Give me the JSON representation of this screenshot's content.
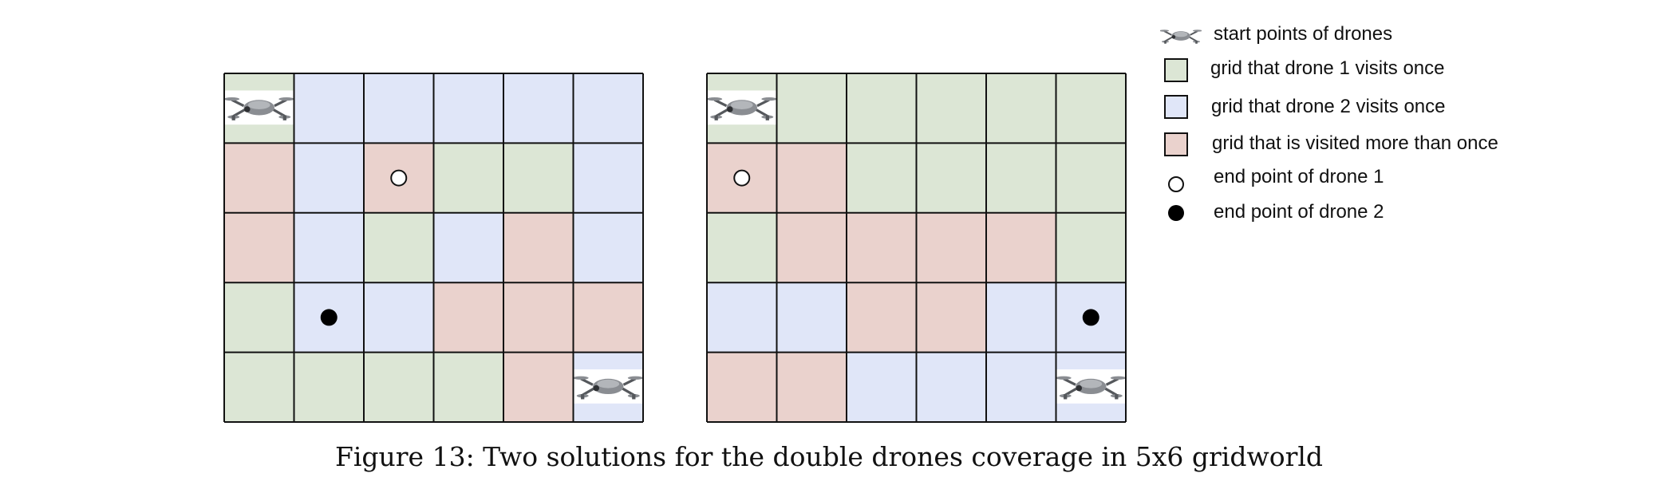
{
  "colors": {
    "drone1_once": "#dce6d5",
    "drone2_once": "#e0e6f8",
    "multiple_visits": "#ead2cd",
    "grid_line": "#111111",
    "drone_body": "#8a8d92",
    "drone_dark": "#55585c"
  },
  "legend": {
    "start": "start points of drones",
    "drone1_once": "grid that drone 1 visits once",
    "drone2_once": "grid that drone 2 visits once",
    "multi": "grid that is visited more than once",
    "end1": "end point of drone 1",
    "end2": "end point of drone 2"
  },
  "caption": "Figure 13: Two solutions for the double drones coverage in 5x6 gridworld",
  "grids": [
    {
      "rows": 5,
      "cols": 6,
      "cells": [
        [
          "g",
          "b",
          "b",
          "b",
          "b",
          "b"
        ],
        [
          "r",
          "b",
          "r",
          "g",
          "g",
          "b"
        ],
        [
          "r",
          "b",
          "g",
          "b",
          "r",
          "b"
        ],
        [
          "g",
          "b",
          "b",
          "r",
          "r",
          "r"
        ],
        [
          "g",
          "g",
          "g",
          "g",
          "r",
          "b"
        ]
      ],
      "drones": [
        [
          0,
          0
        ],
        [
          4,
          5
        ]
      ],
      "end_drone1": [
        1,
        2
      ],
      "end_drone2": [
        3,
        1
      ]
    },
    {
      "rows": 5,
      "cols": 6,
      "cells": [
        [
          "g",
          "g",
          "g",
          "g",
          "g",
          "g"
        ],
        [
          "r",
          "r",
          "g",
          "g",
          "g",
          "g"
        ],
        [
          "g",
          "r",
          "r",
          "r",
          "r",
          "g"
        ],
        [
          "b",
          "b",
          "r",
          "r",
          "b",
          "b"
        ],
        [
          "r",
          "r",
          "b",
          "b",
          "b",
          "b"
        ]
      ],
      "drones": [
        [
          0,
          0
        ],
        [
          4,
          5
        ]
      ],
      "end_drone1": [
        1,
        0
      ],
      "end_drone2": [
        3,
        5
      ]
    }
  ]
}
